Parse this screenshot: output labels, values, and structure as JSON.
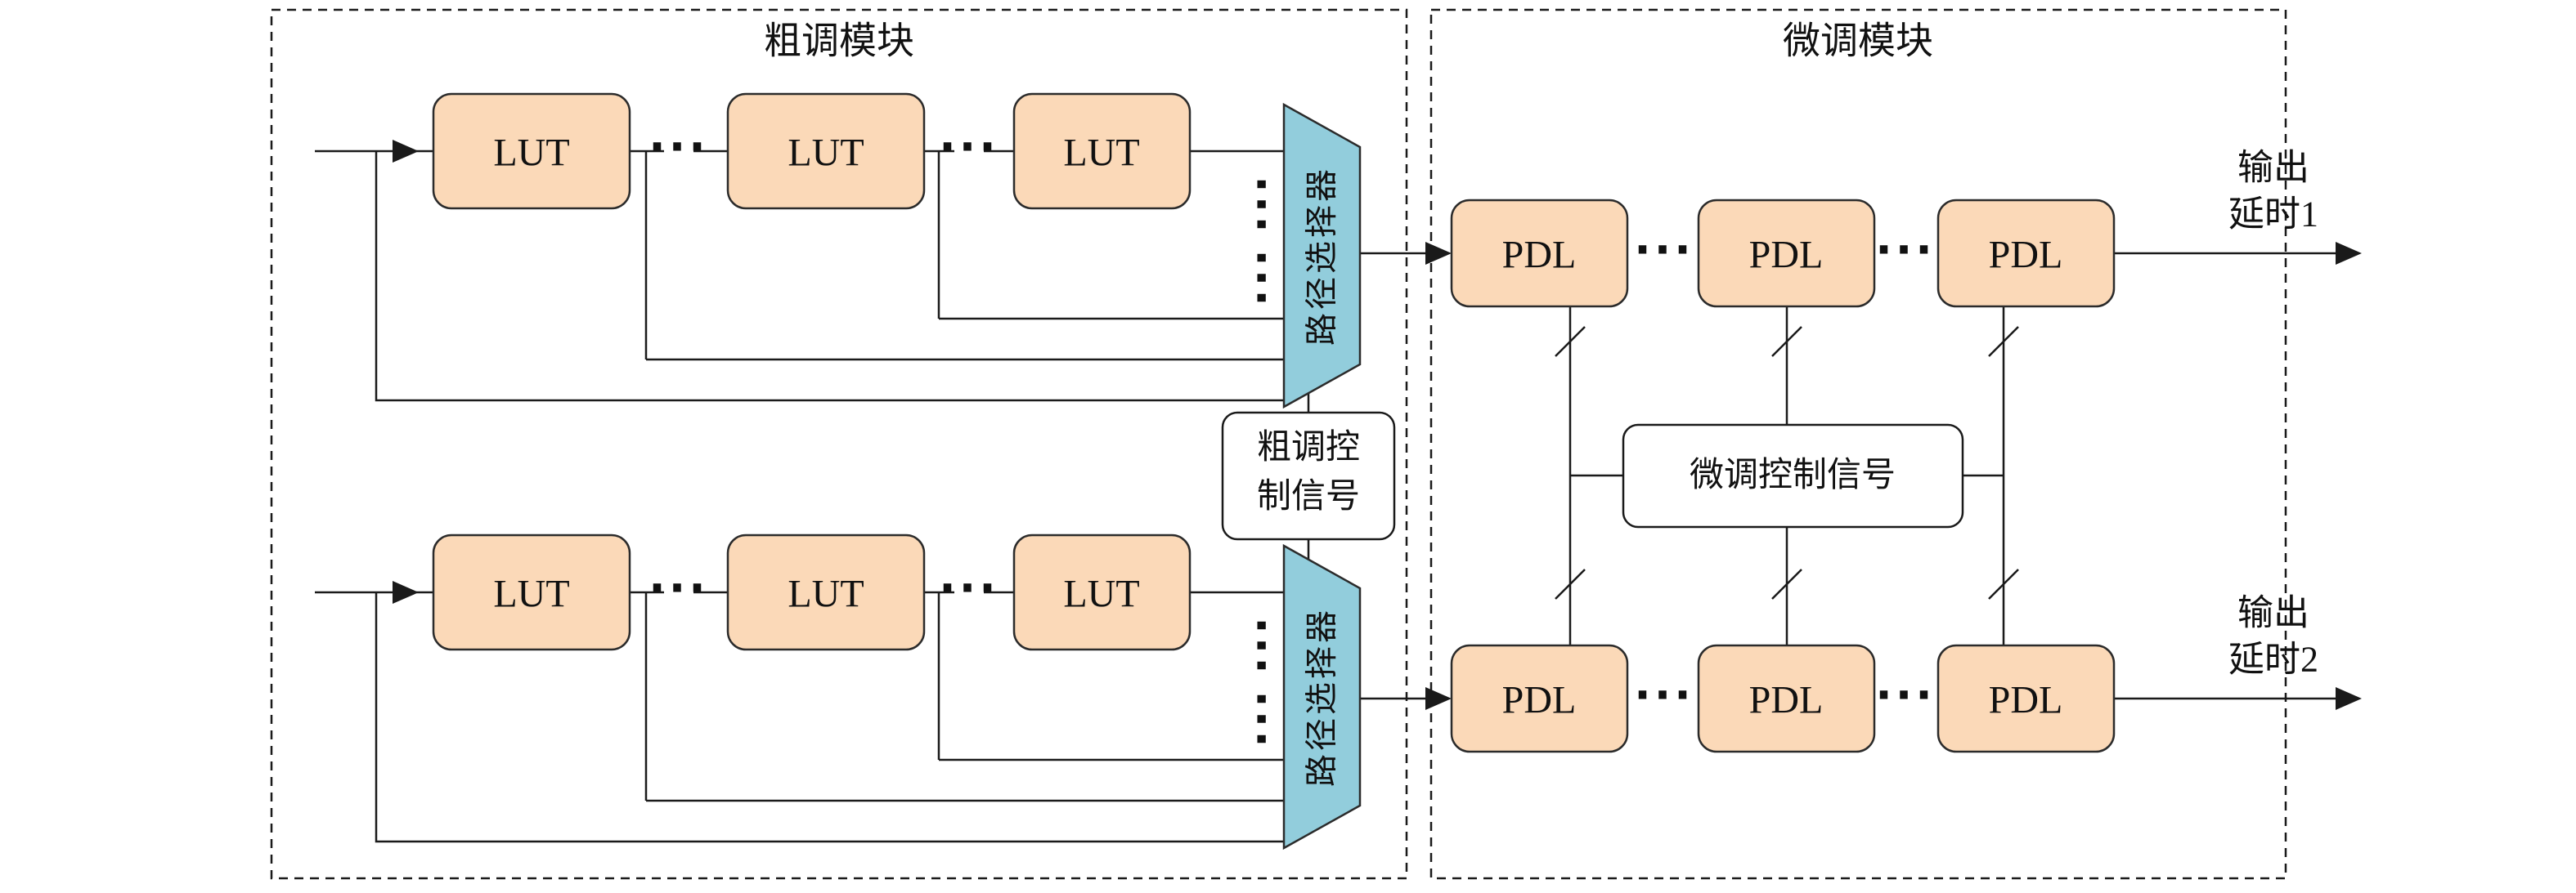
{
  "colors": {
    "background": "#ffffff",
    "lut_fill": "#FBD9B8",
    "pdl_fill": "#FBD9B8",
    "mux_fill": "#92CDDC",
    "control_box_fill": "#ffffff"
  },
  "coarse_module": {
    "title": "粗调模块",
    "lut_label": "LUT",
    "mux_label": "路径选择器",
    "control_line1": "粗调控",
    "control_line2": "制信号"
  },
  "fine_module": {
    "title": "微调模块",
    "pdl_label": "PDL",
    "control_label": "微调控制信号",
    "output1_line1": "输出",
    "output1_line2": "延时1",
    "output2_line1": "输出",
    "output2_line2": "延时2"
  },
  "icons": {
    "h_ellipsis": "···",
    "v_ellipsis": "···"
  }
}
